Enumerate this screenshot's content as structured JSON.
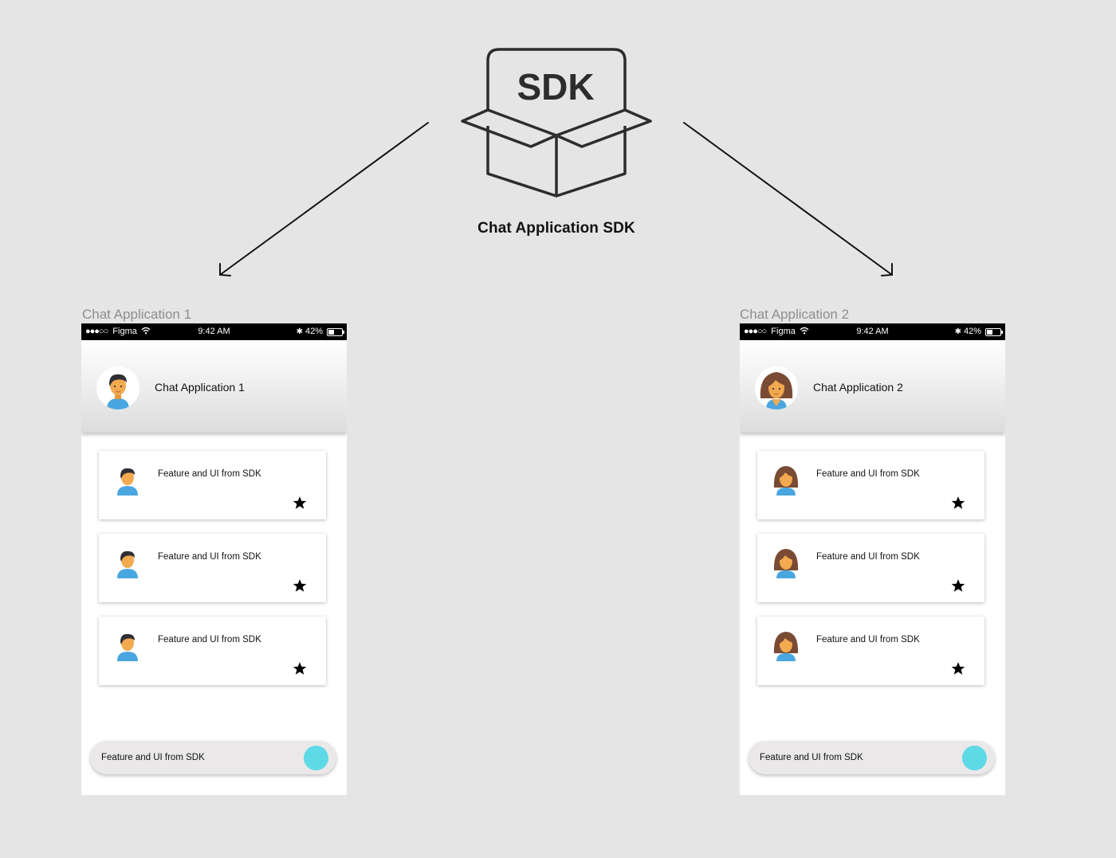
{
  "sdk": {
    "icon_label": "SDK",
    "caption": "Chat Application SDK"
  },
  "apps": [
    {
      "frame_label": "Chat Application 1",
      "status": {
        "carrier": "Figma",
        "signal_dots": "●●●○○",
        "time": "9:42 AM",
        "battery": "42%"
      },
      "header_title": "Chat Application 1",
      "avatar_icon": "man-avatar-icon",
      "cards": [
        {
          "text": "Feature and UI from SDK",
          "icon": "star-icon"
        },
        {
          "text": "Feature and UI from SDK",
          "icon": "star-icon"
        },
        {
          "text": "Feature and UI from SDK",
          "icon": "star-icon"
        }
      ],
      "input_text": "Feature and UI from SDK"
    },
    {
      "frame_label": "Chat Application 2",
      "status": {
        "carrier": "Figma",
        "signal_dots": "●●●○○",
        "time": "9:42 AM",
        "battery": "42%"
      },
      "header_title": "Chat Application 2",
      "avatar_icon": "woman-avatar-icon",
      "cards": [
        {
          "text": "Feature and UI from SDK",
          "icon": "star-icon"
        },
        {
          "text": "Feature and UI from SDK",
          "icon": "star-icon"
        },
        {
          "text": "Feature and UI from SDK",
          "icon": "star-icon"
        }
      ],
      "input_text": "Feature and UI from SDK"
    }
  ],
  "colors": {
    "background": "#e5e5e5",
    "send_button": "#5ed9e6",
    "skin": "#f2a94f",
    "shirt": "#4aa6e0",
    "woman_hair": "#7a4b34"
  }
}
